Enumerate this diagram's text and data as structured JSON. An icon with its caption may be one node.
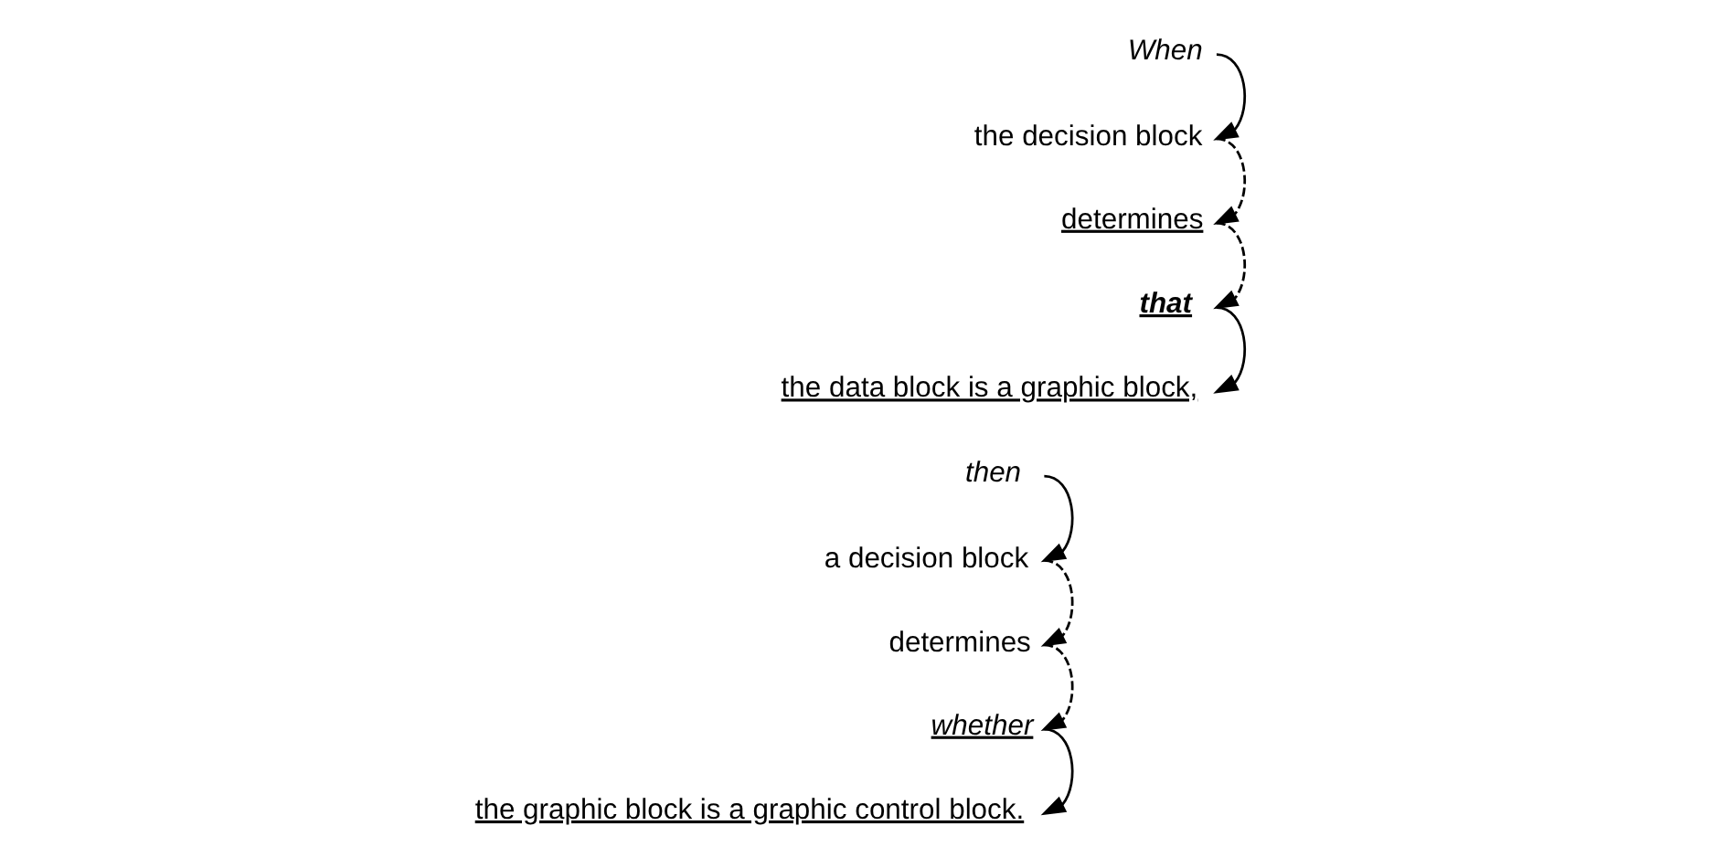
{
  "diagram": {
    "nodes": [
      {
        "text": [
          "When"
        ]
      },
      {
        "text": [
          "the decision block"
        ]
      },
      {
        "text": [
          "determines"
        ]
      },
      {
        "text": [
          "that"
        ]
      },
      {
        "text": [
          "the data block is a graphic block,"
        ]
      },
      {
        "text": [
          "then"
        ]
      },
      {
        "text": [
          "a decision block"
        ]
      },
      {
        "text": [
          "determines"
        ]
      },
      {
        "text": [
          "whether"
        ]
      },
      {
        "text": [
          "the graphic block is a graphic control block."
        ]
      }
    ],
    "edges": [
      {
        "from": 0,
        "to": 1,
        "arrow": "to"
      },
      {
        "from": 1,
        "to": 2,
        "arrow": "to",
        "style": "dashed"
      },
      {
        "from": 2,
        "to": 3,
        "arrow": "to",
        "style": "dashed"
      },
      {
        "from": 3,
        "to": 4,
        "arrow": "to"
      },
      {
        "from": 5,
        "to": 6,
        "arrow": "to"
      },
      {
        "from": 6,
        "to": 7,
        "arrow": "to",
        "style": "dashed"
      },
      {
        "from": 7,
        "to": 8,
        "arrow": "to",
        "style": "dashed"
      },
      {
        "from": 8,
        "to": 9,
        "arrow": "to"
      }
    ]
  }
}
